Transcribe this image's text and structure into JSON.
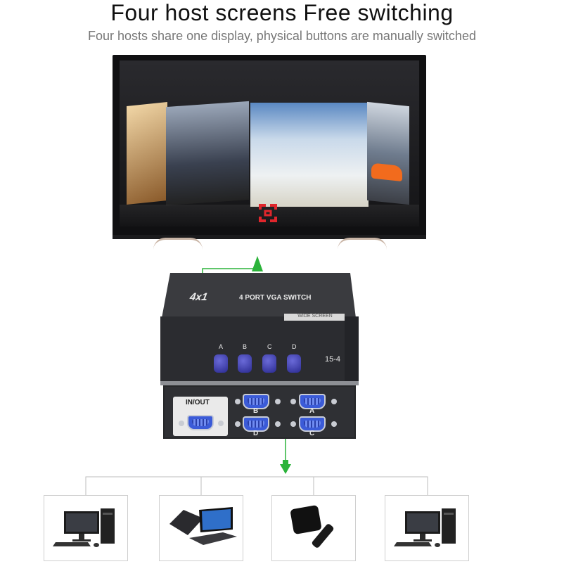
{
  "headline": {
    "title": "Four host screens  Free switching",
    "subtitle": "Four hosts share one display, physical buttons are manually switched"
  },
  "switch": {
    "brand": "4 PORT VGA SWITCH",
    "badge": "4x1",
    "model": "15-4",
    "sticker": "WIDE SCREEN",
    "buttons": [
      "A",
      "B",
      "C",
      "D"
    ],
    "ports": {
      "main": "IN/OUT",
      "top_left": "B",
      "top_right": "A",
      "bottom_left": "D",
      "bottom_right": "C"
    }
  },
  "hosts": [
    {
      "kind": "desktop-computer"
    },
    {
      "kind": "laptop"
    },
    {
      "kind": "tv-box"
    },
    {
      "kind": "desktop-computer"
    }
  ],
  "colors": {
    "arrow": "#2bb33a",
    "button": "#3434a8",
    "vga": "#3b5bd8",
    "tv_logo": "#e0262c"
  }
}
